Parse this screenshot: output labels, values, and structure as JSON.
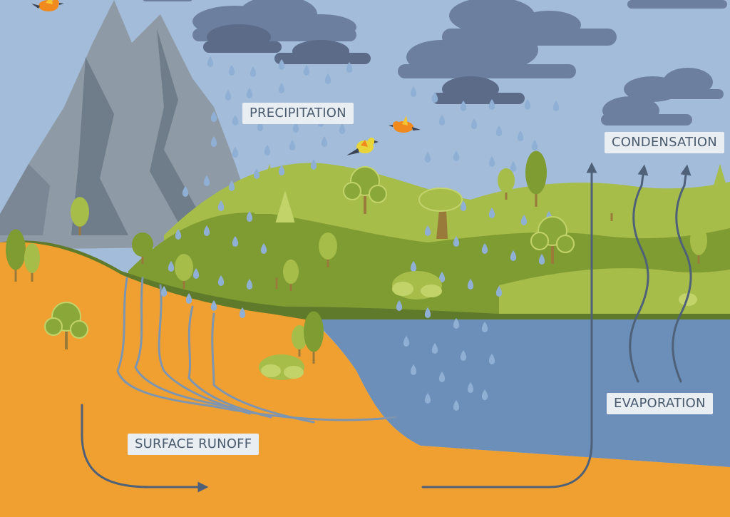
{
  "labels": {
    "precipitation": "PRECIPITATION",
    "condensation": "CONDENSATION",
    "evaporation": "EVAPORATION",
    "surface_runoff": "SURFACE RUNOFF"
  },
  "colors": {
    "sky": "#a3bcd9",
    "cloud": "#6d7f9e",
    "cloud_dark": "#5b6b88",
    "mountain": "#8e9aa6",
    "mountain_dark": "#6f7c89",
    "ground": "#f0a030",
    "lake": "#6b8fb9",
    "grass_dark": "#5e7a2a",
    "grass": "#7f9c32",
    "grass_light": "#a6bd4a",
    "arrow": "#4f6178",
    "drop": "#8fb0d4",
    "label_bg": "#e9eef3",
    "label_text": "#4a5b6e"
  }
}
